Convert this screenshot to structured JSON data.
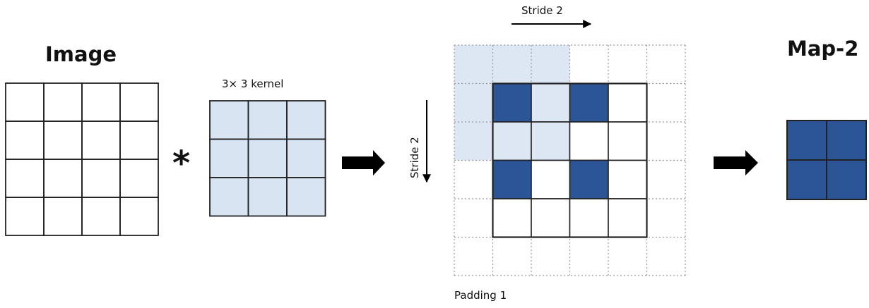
{
  "labels": {
    "image_title": "Image",
    "kernel_title": "3× 3 kernel",
    "operator": "*",
    "stride_horizontal": "Stride 2",
    "stride_vertical": "Stride 2",
    "padding": "Padding 1",
    "map_title": "Map-2"
  },
  "image_grid": {
    "rows": 4,
    "cols": 4
  },
  "kernel_grid": {
    "rows": 3,
    "cols": 3
  },
  "padded_grid": {
    "rows": 6,
    "cols": 6,
    "padding": 1,
    "stride": 2,
    "kernel_window": {
      "row": 0,
      "col": 0,
      "size": 3
    },
    "dark_cells": [
      [
        1,
        1
      ],
      [
        1,
        3
      ],
      [
        3,
        1
      ],
      [
        3,
        3
      ]
    ],
    "light_cells": [
      [
        1,
        2
      ],
      [
        2,
        1
      ],
      [
        2,
        2
      ]
    ]
  },
  "output_grid": {
    "rows": 2,
    "cols": 2
  },
  "colors": {
    "grid_line": "#222222",
    "kernel_fill": "#d8e4f2",
    "window_fill": "#dde7f3",
    "dark_fill": "#2b5597",
    "dotted_line": "#9a9a9a",
    "arrow": "#000000"
  }
}
